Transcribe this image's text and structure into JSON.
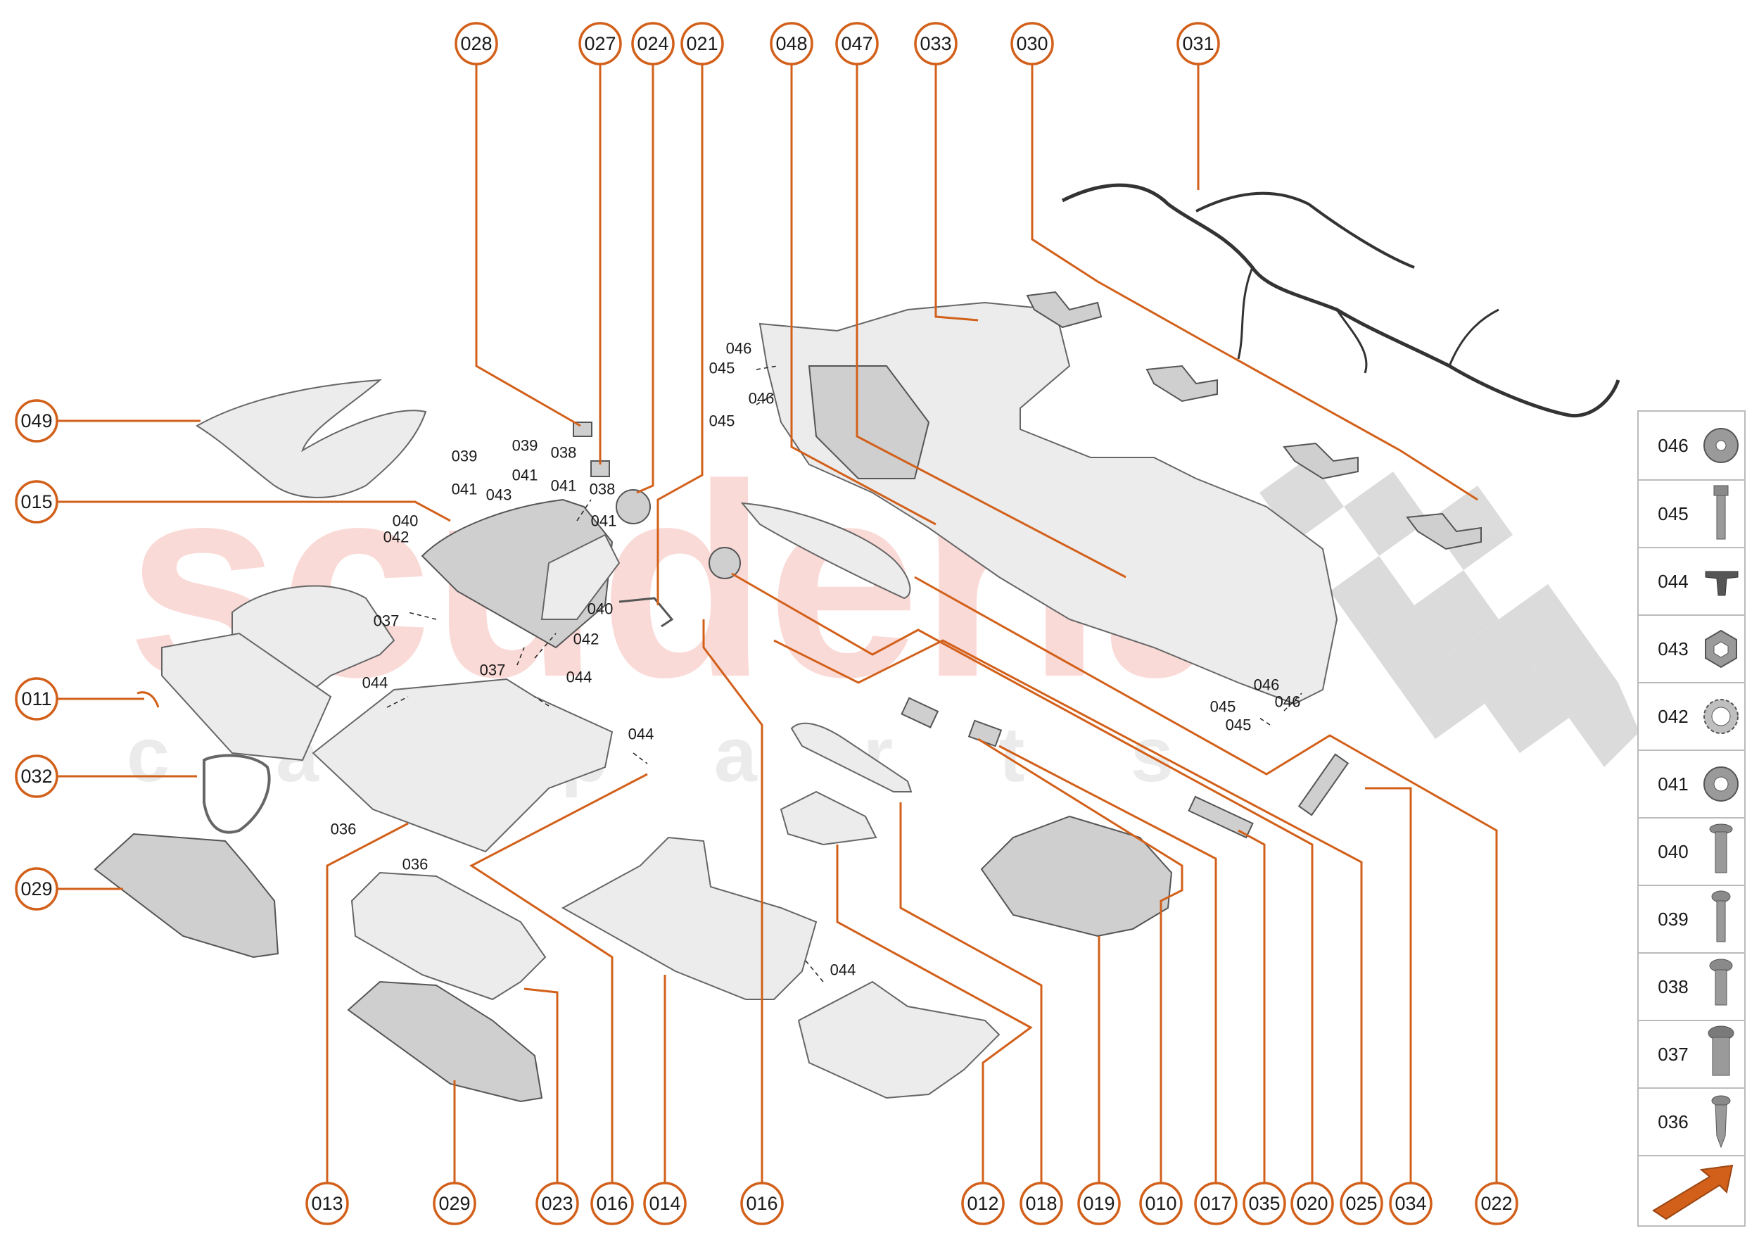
{
  "watermark": {
    "main": "scuderia",
    "sub": "c a r p a r t s"
  },
  "accent_color": "#d2601a",
  "top_callouts": [
    "028",
    "027",
    "024",
    "021",
    "048",
    "047",
    "033",
    "030",
    "031"
  ],
  "bottom_callouts": [
    "013",
    "029",
    "023",
    "016",
    "014",
    "016",
    "012",
    "018",
    "019",
    "010",
    "017",
    "035",
    "020",
    "025",
    "034",
    "022"
  ],
  "left_callouts": [
    "049",
    "015",
    "011",
    "032",
    "029"
  ],
  "inline_labels": [
    "039",
    "041",
    "043",
    "039",
    "041",
    "038",
    "041",
    "038",
    "040",
    "042",
    "041",
    "037",
    "040",
    "042",
    "037",
    "044",
    "044",
    "044",
    "036",
    "036",
    "044",
    "046",
    "045",
    "046",
    "045",
    "046",
    "045",
    "046",
    "045"
  ],
  "fastener_legend": [
    {
      "code": "046",
      "icon": "washer-icon"
    },
    {
      "code": "045",
      "icon": "long-bolt-icon"
    },
    {
      "code": "044",
      "icon": "push-clip-icon"
    },
    {
      "code": "043",
      "icon": "hex-nut-icon"
    },
    {
      "code": "042",
      "icon": "star-lock-washer-icon"
    },
    {
      "code": "041",
      "icon": "flat-washer-icon"
    },
    {
      "code": "040",
      "icon": "flange-bolt-icon"
    },
    {
      "code": "039",
      "icon": "pan-screw-icon"
    },
    {
      "code": "038",
      "icon": "short-bolt-icon"
    },
    {
      "code": "037",
      "icon": "thick-bolt-icon"
    },
    {
      "code": "036",
      "icon": "self-tapping-screw-icon"
    }
  ],
  "next_page_icon": "arrow-icon"
}
